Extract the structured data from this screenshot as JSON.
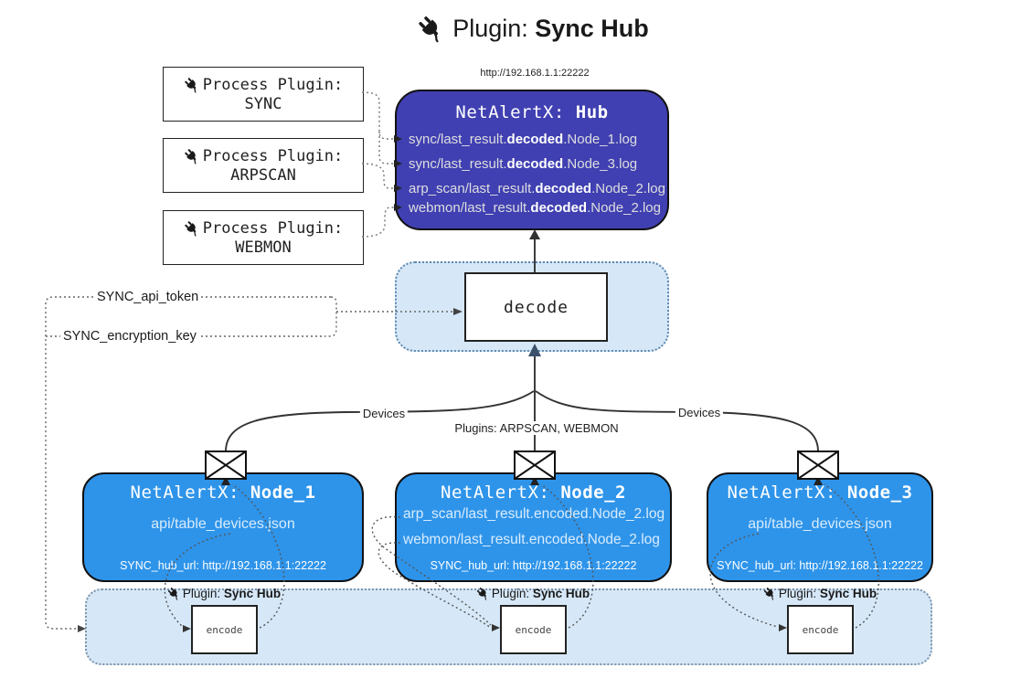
{
  "title": {
    "prefix": "Plugin: ",
    "bold": "Sync Hub"
  },
  "process_plugins": {
    "label": "Process Plugin:",
    "items": [
      "SYNC",
      "ARPSCAN",
      "WEBMON"
    ]
  },
  "hub": {
    "url": "http://192.168.1.1:22222",
    "title_prefix": "NetAlertX: ",
    "title_bold": "Hub",
    "logs": [
      {
        "prefix": "sync/last_result.",
        "bold": "decoded",
        "suffix": ".Node_1.log"
      },
      {
        "prefix": "sync/last_result.",
        "bold": "decoded",
        "suffix": ".Node_3.log"
      },
      {
        "prefix": "arp_scan/last_result.",
        "bold": "decoded",
        "suffix": ".Node_2.log"
      },
      {
        "prefix": "webmon/last_result.",
        "bold": "decoded",
        "suffix": ".Node_2.log"
      }
    ]
  },
  "decode_label": "decode",
  "tokens": {
    "api_token": "SYNC_api_token",
    "encryption_key": "SYNC_encryption_key"
  },
  "edge_labels": {
    "devices_left": "Devices",
    "devices_right": "Devices",
    "plugins": "Plugins: ARPSCAN, WEBMON"
  },
  "nodes": [
    {
      "title_prefix": "NetAlertX: ",
      "title_bold": "Node_1",
      "lines": [
        "api/table_devices.json"
      ],
      "hub_url": "SYNC_hub_url: http://192.168.1.1:22222"
    },
    {
      "title_prefix": "NetAlertX: ",
      "title_bold": "Node_2",
      "lines": [
        "arp_scan/last_result.encoded.Node_2.log",
        "webmon/last_result.encoded.Node_2.log"
      ],
      "hub_url": "SYNC_hub_url: http://192.168.1.1:22222"
    },
    {
      "title_prefix": "NetAlertX: ",
      "title_bold": "Node_3",
      "lines": [
        "api/table_devices.json"
      ],
      "hub_url": "SYNC_hub_url: http://192.168.1.1:22222"
    }
  ],
  "encode": {
    "label_prefix": "Plugin: ",
    "label_bold": "Sync Hub",
    "box_label": "encode"
  },
  "icons": {
    "plug": "plug-icon",
    "envelope": "envelope-icon"
  },
  "colors": {
    "hub_bg": "#4040b2",
    "node_bg": "#2e94ea",
    "container_bg": "#d6e8f8",
    "container_border": "#5f87ad",
    "line": "#333333",
    "dotted": "#666666",
    "hub_log_text": "#dededf",
    "node_text": "#d9ecfc"
  }
}
